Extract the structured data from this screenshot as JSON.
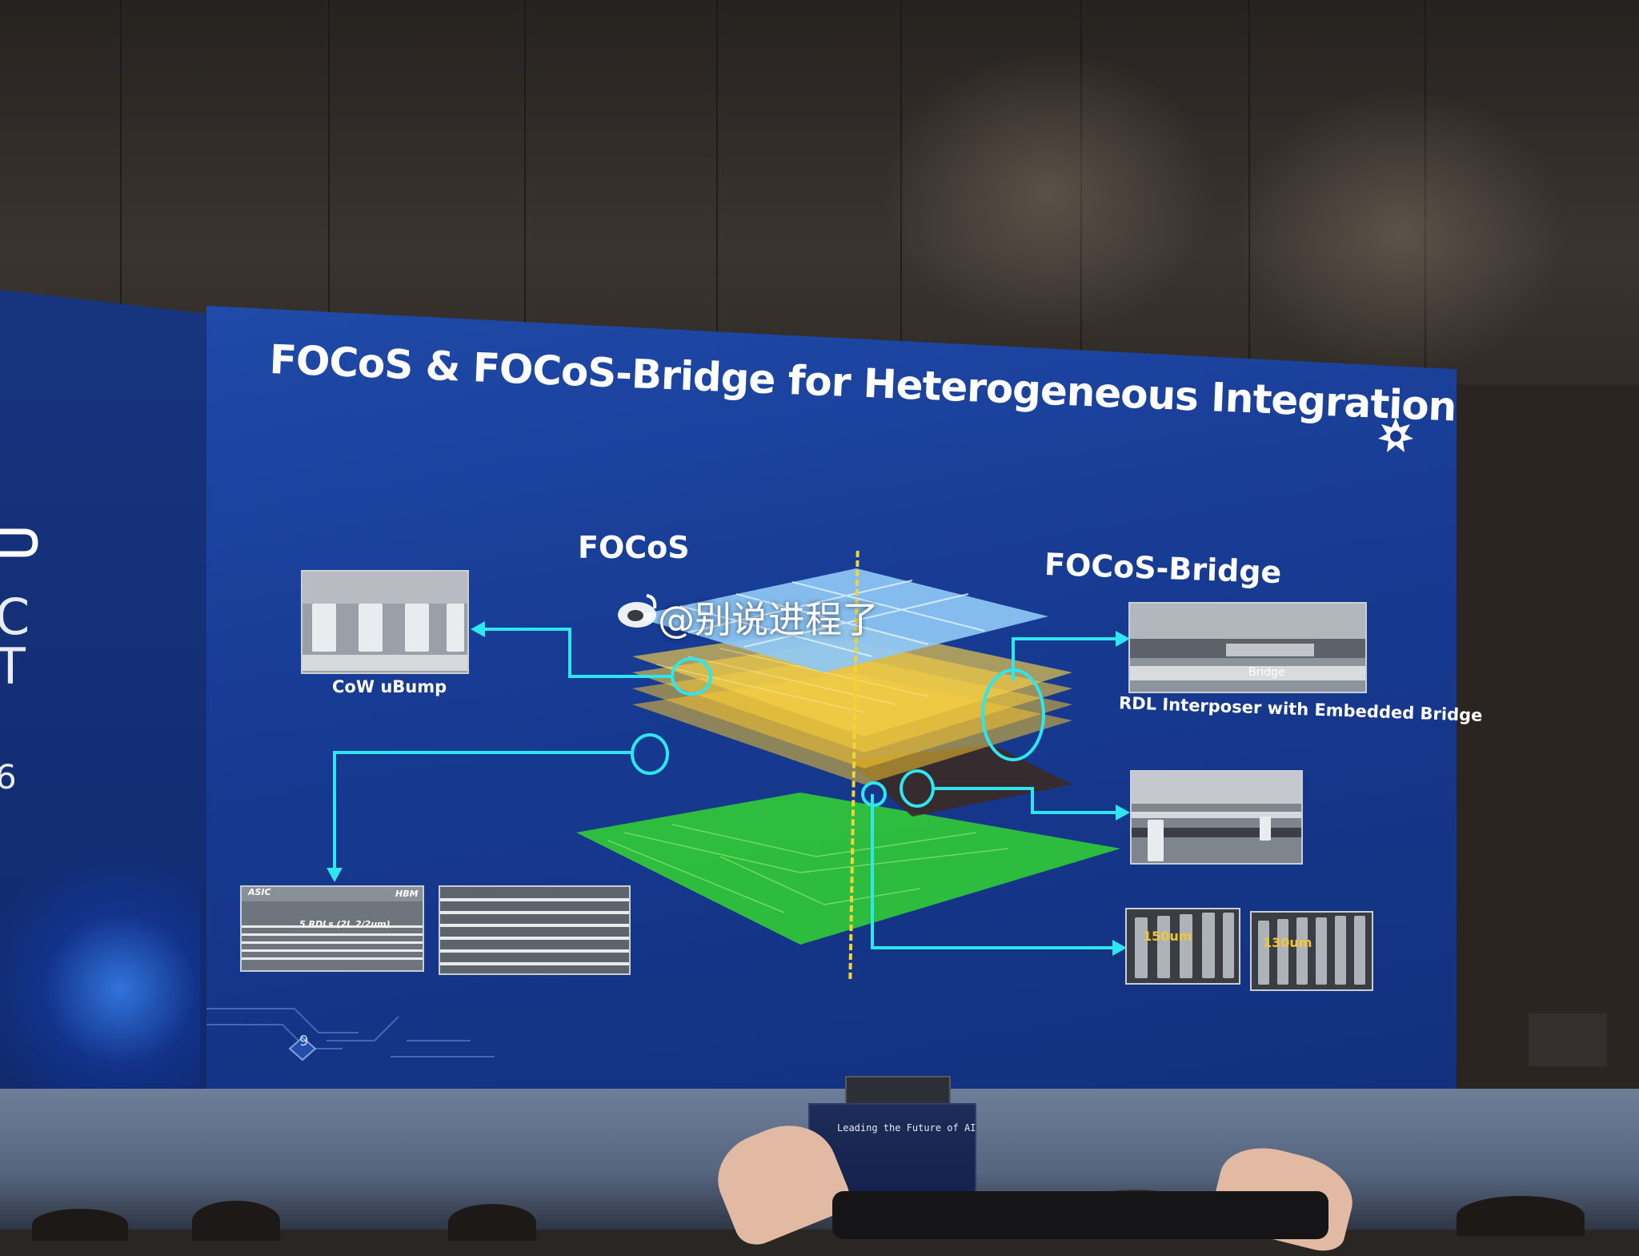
{
  "slide": {
    "title": "FOCoS & FOCoS-Bridge for Heterogeneous Integration",
    "sections": {
      "left": "FOCoS",
      "right": "FOCoS-Bridge"
    },
    "captions": {
      "cow_ubump": "CoW uBump",
      "rdl_interposer": "RDL Interposer with Embedded Bridge"
    },
    "micro_labels": {
      "asic": "ASIC",
      "hbm": "HBM",
      "rdls": "5 RDLs (2L 2/2um)",
      "bridge": "Bridge",
      "pitch_150": "150um",
      "pitch_130": "130um"
    },
    "slide_number": "9"
  },
  "left_screen": {
    "letters": [
      "C",
      "T",
      "6"
    ]
  },
  "watermark": "@别说进程了",
  "podium": {
    "text": "Leading the Future of AI"
  },
  "colors": {
    "slide_blue": "#173a92",
    "arrow_cyan": "#2ee6f0",
    "divider_yellow": "#f3d33a",
    "substrate_green": "#2fc43a",
    "rdl_yellow": "#f2c230",
    "die_blue": "#8ec8f5"
  }
}
